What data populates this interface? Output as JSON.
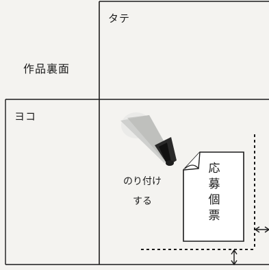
{
  "cells": {
    "tate_label": "タテ",
    "back_label": "作品裏面",
    "yoko_label": "ヨコ"
  },
  "instruction": {
    "line1": "のり付け",
    "line2": "する"
  },
  "entry_form": {
    "chars": [
      "応",
      "募",
      "個",
      "票"
    ]
  },
  "icons": {
    "glue": "glue-stick-icon",
    "horizontal_arrow": "horizontal-double-arrow-icon",
    "vertical_arrow": "vertical-double-arrow-icon"
  },
  "colors": {
    "line": "#1a1a1a",
    "paper": "#f4f3f0",
    "form_fill": "#ffffff",
    "glue_body": "#c9cac8",
    "glue_cap": "#1e1e1e"
  }
}
